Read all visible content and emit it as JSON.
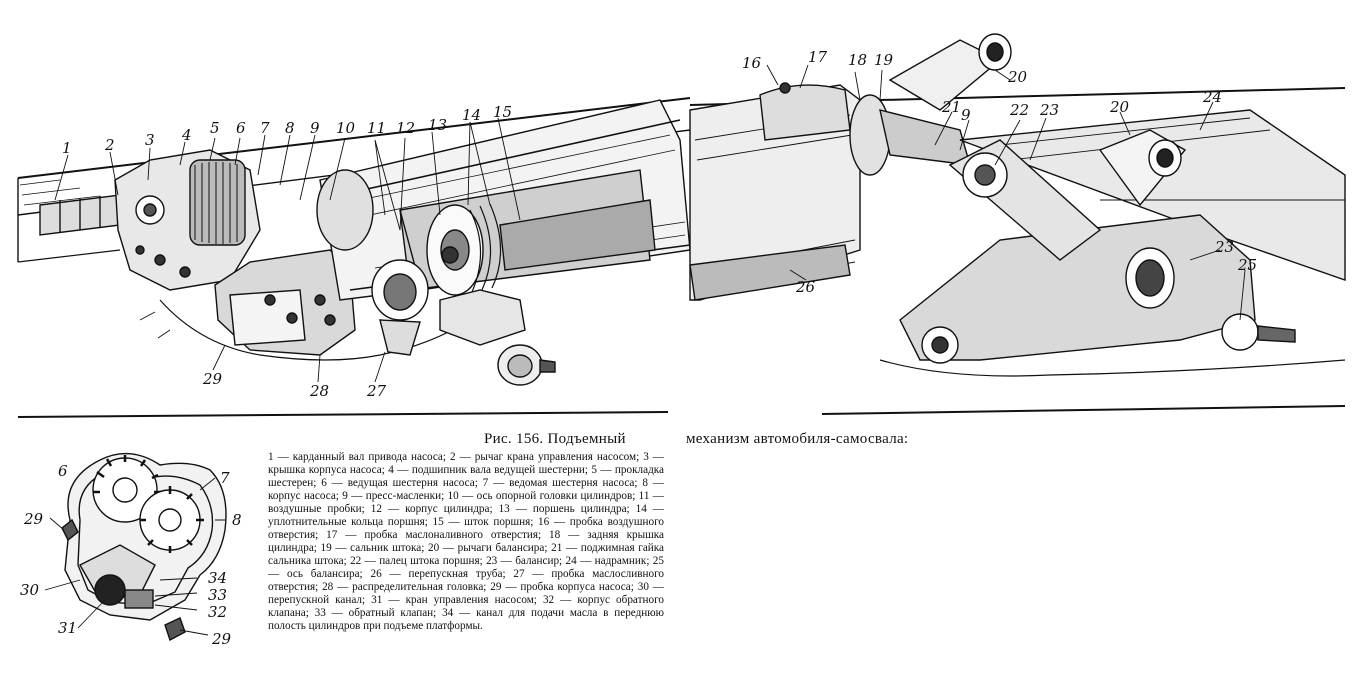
{
  "figure": {
    "title_left": "Рис. 156. Подъемный",
    "title_right": "механизм автомобиля-самосвала:",
    "legend_left": "1 — карданный вал привода насоса; 2 — рычаг крана управления насосом; 3 — крышка корпуса насоса; 4 — подшипник вала ведущей шестерни; 5 — прокладка шестерен; 6 — ведущая шестерня насоса; 7 — ведомая шестерня насоса; 8 — корпус насоса; 9 — пресс-масленки; 10 — ось опорной головки цилиндров; 11 — воздушные пробки; 12 — корпус цилиндра; 13 — поршень цилиндра; 14 — уплотнительные кольца поршня; 15 — шток поршня; 16 — пробка воздушного отверстия; 17 — пробка маслоналивного отверстия; 18 — задняя крышка цилиндра; 19 — сальник штока; 20 — рычаги балансира; 21 — поджимная гайка сальника штока; 22 — палец штока поршня; 23 — балансир; 24 — надрамник; 25 — ось балансира; 26 — перепускная труба; 27 — пробка маслосливного отверстия; 28 — распределительная головка; 29 — пробка корпуса насоса; 30 — перепускной канал; 31 — кран управления насосом; 32 — корпус обратного клапана; 33 — обратный клапан; 34 — канал для подачи масла в переднюю полость цилиндров при подъеме платформы.",
    "legend_right": ""
  },
  "callouts_left": [
    "1",
    "2",
    "3",
    "4",
    "5",
    "6",
    "7",
    "8",
    "9",
    "10",
    "11",
    "12",
    "13",
    "14",
    "15",
    "29",
    "28",
    "27"
  ],
  "callouts_right": [
    "16",
    "17",
    "18",
    "19",
    "20",
    "21",
    "9",
    "22",
    "23",
    "20",
    "24",
    "23",
    "25",
    "26"
  ],
  "callouts_pump": [
    "6",
    "7",
    "8",
    "29",
    "30",
    "31",
    "34",
    "33",
    "32",
    "29"
  ]
}
